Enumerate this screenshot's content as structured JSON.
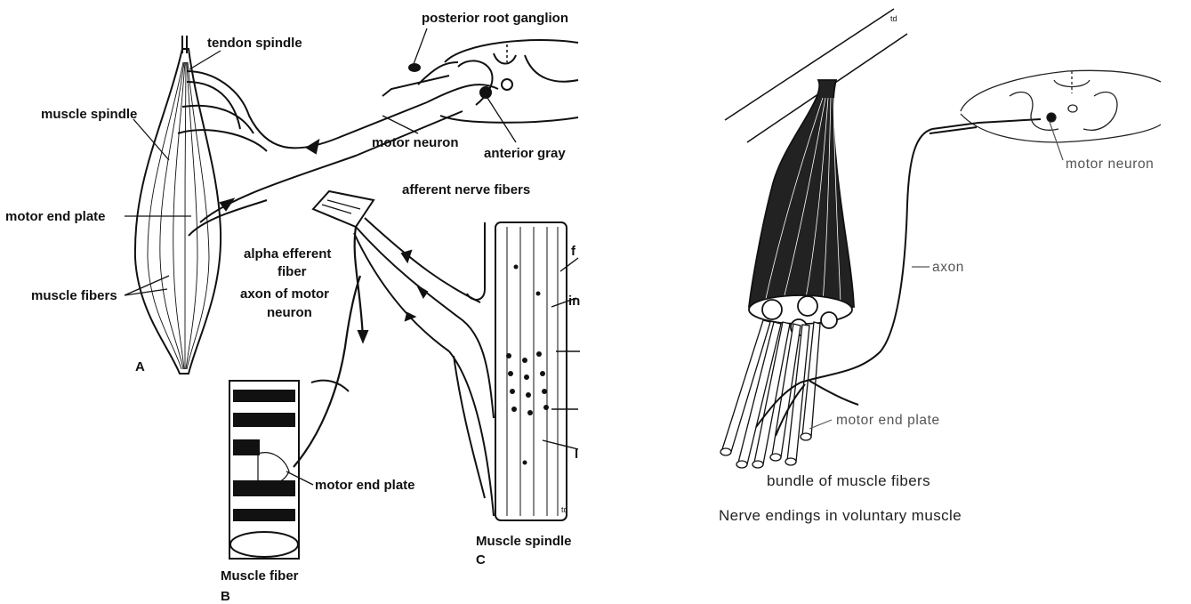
{
  "left_figure": {
    "labels": {
      "posterior_root_ganglion": "posterior root ganglion",
      "tendon_spindle": "tendon spindle",
      "muscle_spindle": "muscle spindle",
      "motor_neuron": "motor neuron",
      "anterior_gray": "anterior gray",
      "motor_end_plate_a": "motor end plate",
      "afferent_nerve_fibers": "afferent nerve fibers",
      "muscle_fibers": "muscle fibers",
      "alpha_efferent_1": "alpha efferent",
      "alpha_efferent_2": "fiber",
      "axon_motor_1": "axon of motor",
      "axon_motor_2": "neuron",
      "motor_end_plate_b": "motor end plate",
      "muscle_fiber_caption": "Muscle fiber",
      "muscle_spindle_caption": "Muscle spindle",
      "cut_f": "f",
      "cut_in": "in",
      "cut_l": "l",
      "corner_mark": "td"
    },
    "panel_letters": {
      "a": "A",
      "b": "B",
      "c": "C"
    }
  },
  "right_figure": {
    "labels": {
      "motor_neuron": "motor neuron",
      "axon": "axon",
      "motor_end_plate": "motor end plate",
      "bundle": "bundle of muscle fibers",
      "corner_mark": "td"
    },
    "caption": "Nerve endings in voluntary muscle"
  },
  "colors": {
    "ink": "#111111",
    "gray_ink": "#555555",
    "background": "#ffffff"
  }
}
